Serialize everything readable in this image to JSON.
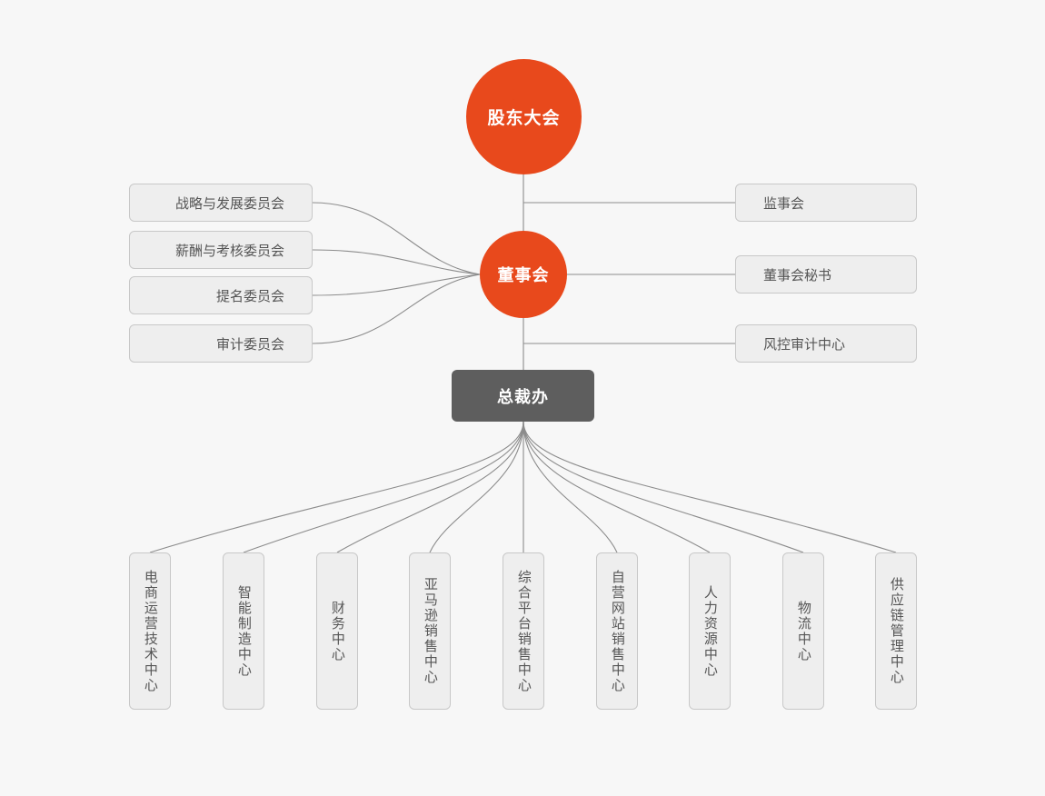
{
  "theme": {
    "background": "#f7f7f7",
    "accent": "#e8491c",
    "dark_node": "#5e5e5e",
    "box_fill": "#eeeeee",
    "box_border": "#c8c8c8",
    "text": "#555555",
    "connector": "#8c8c8c"
  },
  "nodes": {
    "shareholders": {
      "label": "股东大会"
    },
    "board": {
      "label": "董事会"
    },
    "president": {
      "label": "总裁办"
    }
  },
  "committees": [
    {
      "label": "战略与发展委员会"
    },
    {
      "label": "薪酬与考核委员会"
    },
    {
      "label": "提名委员会"
    },
    {
      "label": "审计委员会"
    }
  ],
  "right_units": [
    {
      "label": "监事会"
    },
    {
      "label": "董事会秘书"
    },
    {
      "label": "风控审计中心"
    }
  ],
  "departments": [
    {
      "label": "电商运营技术中心"
    },
    {
      "label": "智能制造中心"
    },
    {
      "label": "财务中心"
    },
    {
      "label": "亚马逊销售中心"
    },
    {
      "label": "综合平台销售中心"
    },
    {
      "label": "自营网站销售中心"
    },
    {
      "label": "人力资源中心"
    },
    {
      "label": "物流中心"
    },
    {
      "label": "供应链管理中心"
    }
  ]
}
